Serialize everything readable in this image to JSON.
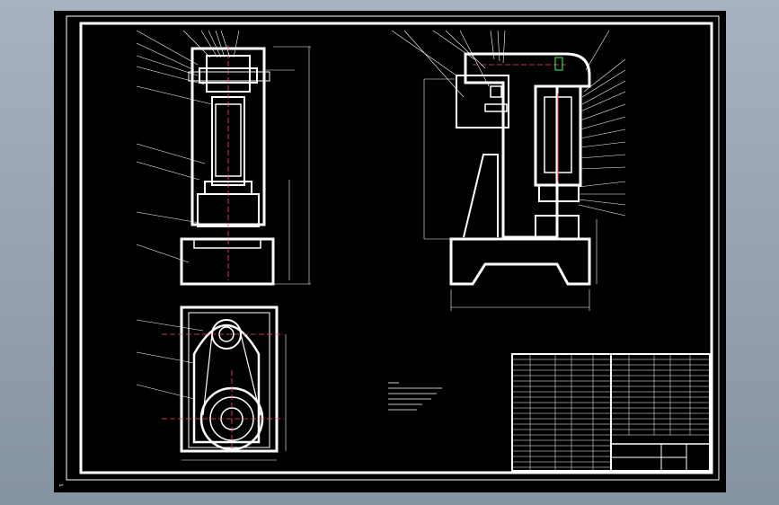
{
  "colors": {
    "background": "#000000",
    "lines": "#ffffff",
    "centerlines": "#ff4a5a",
    "accent": "#39ff5a",
    "viewport": "#98a4b2"
  },
  "drawing": {
    "views": [
      "front-view",
      "side-view",
      "top-view"
    ],
    "title_block": {
      "visible": true
    },
    "technical_notes": {
      "visible": true,
      "line_count": 6
    }
  },
  "viewport_icons": {
    "ucs": "ucs-axis-icon"
  }
}
